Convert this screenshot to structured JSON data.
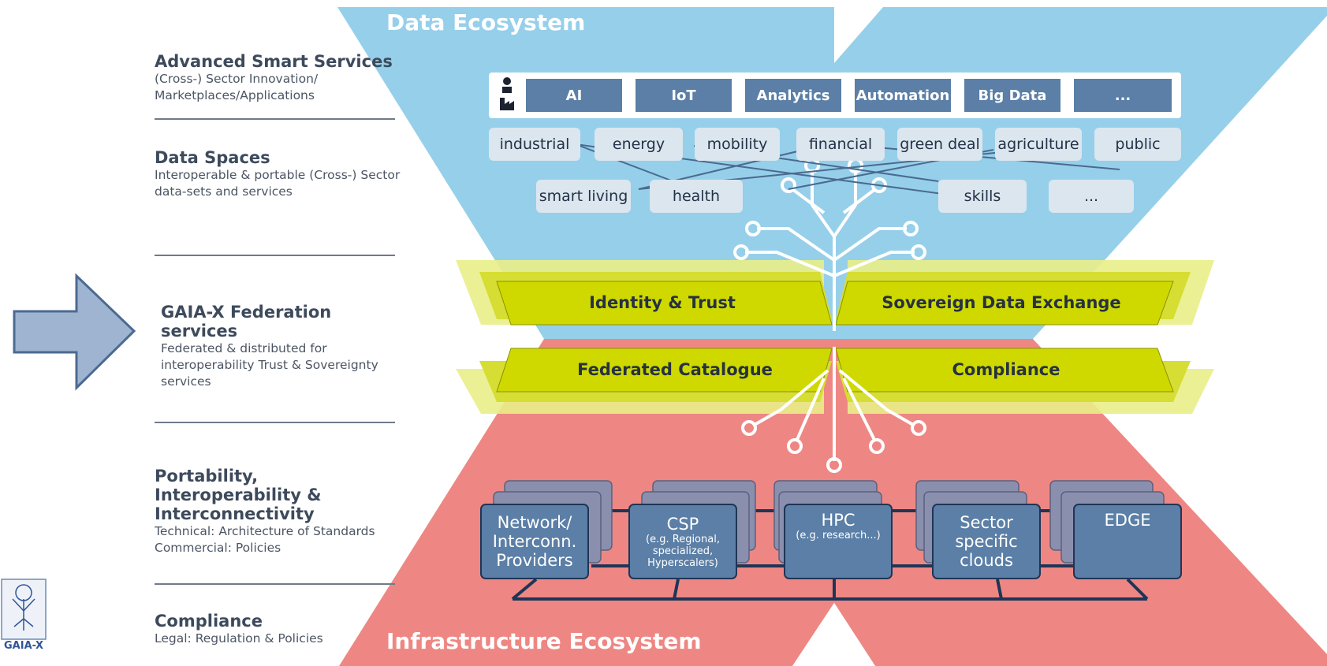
{
  "ecosystems": {
    "data": "Data Ecosystem",
    "infrastructure": "Infrastructure Ecosystem"
  },
  "layers": [
    {
      "title": "Advanced Smart Services",
      "lines": [
        "(Cross-) Sector Innovation/",
        "Marketplaces/Applications"
      ]
    },
    {
      "title": "Data Spaces",
      "lines": [
        "Interoperable & portable (Cross-) Sector",
        "data-sets and services"
      ]
    },
    {
      "title": "GAIA-X Federation services",
      "lines": [
        "Federated & distributed for",
        "interoperability Trust & Sovereignty",
        "services"
      ]
    },
    {
      "title_lines": [
        "Portability, Interoperability &",
        "Interconnectivity"
      ],
      "lines": [
        "Technical: Architecture of Standards",
        "Commercial: Policies"
      ]
    },
    {
      "title": "Compliance",
      "lines": [
        "Legal: Regulation & Policies"
      ]
    }
  ],
  "smart_services": [
    "AI",
    "IoT",
    "Analytics",
    "Automation",
    "Big Data",
    "..."
  ],
  "data_spaces_row1": [
    "industrial",
    "energy",
    "mobility",
    "financial",
    "green deal",
    "agriculture",
    "public"
  ],
  "data_spaces_row2": [
    "smart living",
    "health",
    "skills",
    "..."
  ],
  "federation_services": [
    "Identity & Trust",
    "Sovereign Data Exchange",
    "Federated Catalogue",
    "Compliance"
  ],
  "infrastructure": [
    {
      "title_lines": [
        "Network/",
        "Interconn.",
        "Providers"
      ],
      "sub_lines": []
    },
    {
      "title_lines": [
        "CSP"
      ],
      "sub_lines": [
        "(e.g. Regional,",
        "specialized,",
        "Hyperscalers)"
      ]
    },
    {
      "title_lines": [
        "HPC"
      ],
      "sub_lines": [
        "(e.g. research...)"
      ]
    },
    {
      "title_lines": [
        "Sector",
        "specific",
        "clouds"
      ],
      "sub_lines": []
    },
    {
      "title_lines": [
        "EDGE"
      ],
      "sub_lines": []
    }
  ],
  "logo": {
    "text": "GAIA-X"
  },
  "colors": {
    "data_ecosystem": "#96cfea",
    "infrastructure_ecosystem": "#ee8783",
    "service_box": "#5b7fa6",
    "data_space_pill": "#dbe6ef",
    "federation_band": "#cfd900",
    "federation_shadow": "#e9ee88",
    "infra_box": "#5b7fa6",
    "arrow": "#9fb4d1"
  }
}
